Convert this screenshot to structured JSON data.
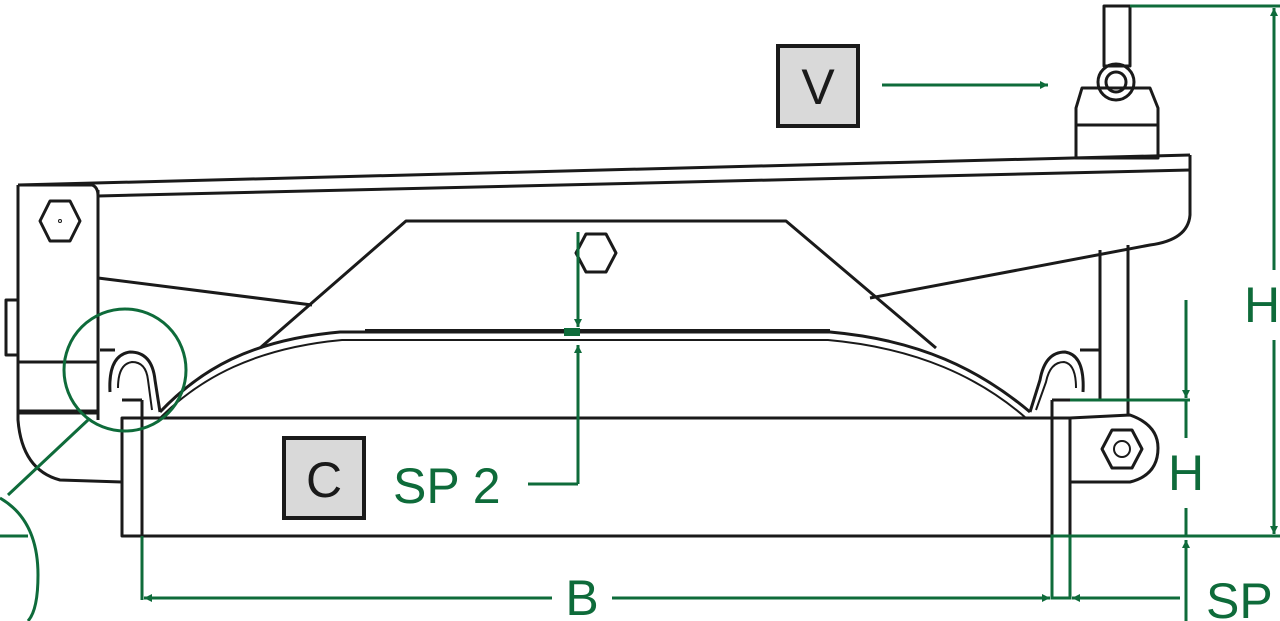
{
  "labels": {
    "v": "V",
    "c": "C",
    "sp2": "SP 2",
    "b": "B",
    "h_outer": "H",
    "h_inner": "H",
    "sp": "SP"
  },
  "colors": {
    "line": "#1a1a1a",
    "dimension": "#0e6b3a",
    "label_box_fill": "#d9d9d9",
    "background": "#ffffff"
  }
}
